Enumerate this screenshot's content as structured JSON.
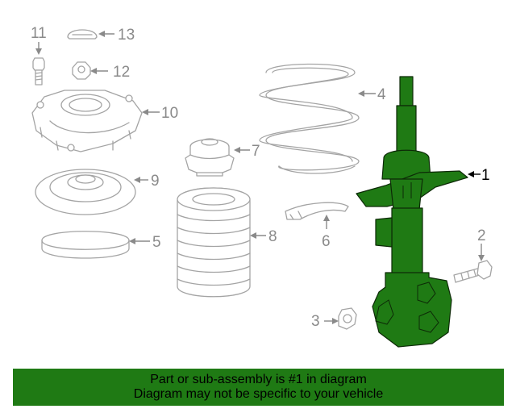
{
  "diagram": {
    "callouts": [
      {
        "id": "1",
        "label": "1",
        "highlighted": true
      },
      {
        "id": "2",
        "label": "2"
      },
      {
        "id": "3",
        "label": "3"
      },
      {
        "id": "4",
        "label": "4"
      },
      {
        "id": "5",
        "label": "5"
      },
      {
        "id": "6",
        "label": "6"
      },
      {
        "id": "7",
        "label": "7"
      },
      {
        "id": "8",
        "label": "8"
      },
      {
        "id": "9",
        "label": "9"
      },
      {
        "id": "10",
        "label": "10"
      },
      {
        "id": "11",
        "label": "11"
      },
      {
        "id": "12",
        "label": "12"
      },
      {
        "id": "13",
        "label": "13"
      }
    ],
    "colors": {
      "line": "#a4a4a4",
      "highlight": "#1f7a14",
      "label": "#8a8a8a"
    }
  },
  "banner": {
    "line1": "Part or sub-assembly is #1 in diagram",
    "line2": "Diagram may not be specific to your vehicle"
  }
}
